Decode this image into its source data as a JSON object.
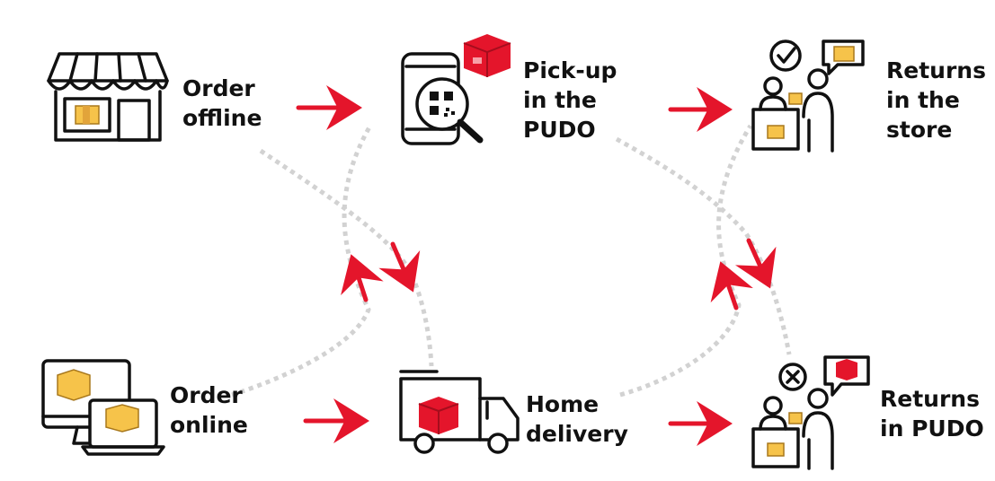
{
  "colors": {
    "arrow": "#e4152b",
    "dotted_path": "#d2d2d2",
    "box_yellow": "#f6c34a",
    "box_red": "#e4152b",
    "ink": "#111111"
  },
  "nodes": [
    {
      "id": "order-offline",
      "icon": "storefront-icon",
      "lines": [
        "Order",
        "offline"
      ]
    },
    {
      "id": "pickup-pudo",
      "icon": "phone-qr-scan-icon",
      "lines": [
        "Pick-up",
        "in the",
        "PUDO"
      ]
    },
    {
      "id": "returns-store",
      "icon": "store-counter-checkmark-icon",
      "lines": [
        "Returns",
        "in the",
        "store"
      ]
    },
    {
      "id": "order-online",
      "icon": "computer-laptop-icon",
      "lines": [
        "Order",
        "online"
      ]
    },
    {
      "id": "home-delivery",
      "icon": "delivery-truck-icon",
      "lines": [
        "Home",
        "delivery"
      ]
    },
    {
      "id": "returns-pudo",
      "icon": "pudo-counter-cross-icon",
      "lines": [
        "Returns",
        "in PUDO"
      ]
    }
  ]
}
